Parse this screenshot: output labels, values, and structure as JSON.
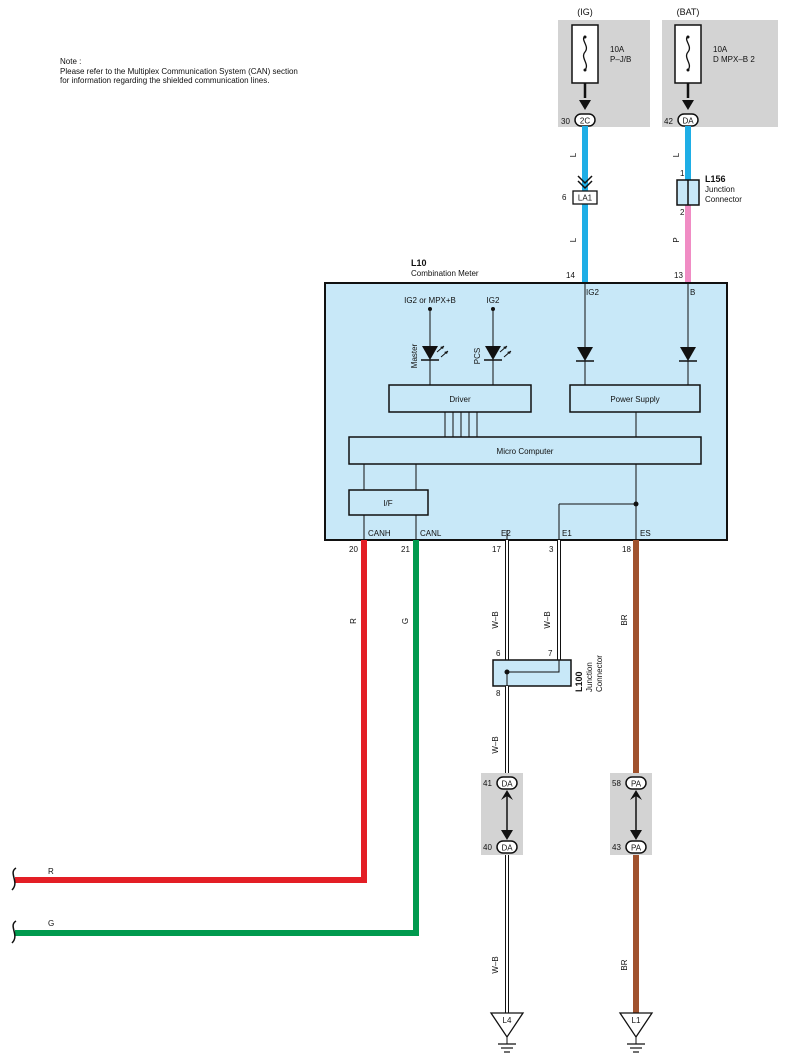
{
  "note": {
    "title": "Note :",
    "line1": "Please refer to the Multiplex Communication System (CAN) section",
    "line2": "for information regarding the shielded communication lines."
  },
  "fuses": [
    {
      "header": "(IG)",
      "rating": "10A",
      "name": "P–J/B",
      "pin": "30",
      "connector": "2C"
    },
    {
      "header": "(BAT)",
      "rating": "10A",
      "name": "D MPX–B 2",
      "pin": "42",
      "connector": "DA"
    }
  ],
  "wires": {
    "ig_top": "L",
    "ig_bottom": "L",
    "bat_top": "L",
    "bat_bottom": "P",
    "canh": "R",
    "canl": "G",
    "e2": "W–B",
    "e1": "W–B",
    "e_common": "W–B",
    "e_ground": "W–B",
    "es": "BR",
    "es_ground": "BR",
    "left_r": "R",
    "left_g": "G"
  },
  "colors": {
    "blue": "#1eaee6",
    "pink": "#f08cc4",
    "red": "#e31e25",
    "green": "#009a4e",
    "brown": "#a0522d",
    "panel": "#c8e8f8",
    "gray": "#d3d3d3"
  },
  "connectors": {
    "la1": {
      "id": "LA1",
      "pin": "6"
    },
    "l156": {
      "id": "L156",
      "name1": "Junction",
      "name2": "Connector",
      "pin_top": "1",
      "pin_bottom": "2"
    },
    "l100": {
      "id": "L100",
      "name1": "Junction",
      "name2": "Connector",
      "pin6": "6",
      "pin7": "7",
      "pin8": "8"
    },
    "da_top": {
      "pin": "41",
      "id": "DA"
    },
    "da_bottom": {
      "pin": "40",
      "id": "DA"
    },
    "pa_top": {
      "pin": "58",
      "id": "PA"
    },
    "pa_bottom": {
      "pin": "43",
      "id": "PA"
    }
  },
  "meter": {
    "code": "L10",
    "name": "Combination Meter",
    "pin_ig2": "14",
    "pin_b": "13",
    "label_ig2": "IG2",
    "label_b": "B",
    "led1_supply": "IG2 or MPX+B",
    "led1_name": "Master",
    "led2_supply": "IG2",
    "led2_name": "PCS",
    "driver": "Driver",
    "power_supply": "Power Supply",
    "micro": "Micro Computer",
    "iface": "I/F",
    "pins_bottom": [
      {
        "label": "CANH",
        "pin": "20"
      },
      {
        "label": "CANL",
        "pin": "21"
      },
      {
        "label": "E2",
        "pin": "17"
      },
      {
        "label": "E1",
        "pin": "3"
      },
      {
        "label": "ES",
        "pin": "18"
      }
    ]
  },
  "grounds": [
    {
      "id": "L4"
    },
    {
      "id": "L1"
    }
  ]
}
